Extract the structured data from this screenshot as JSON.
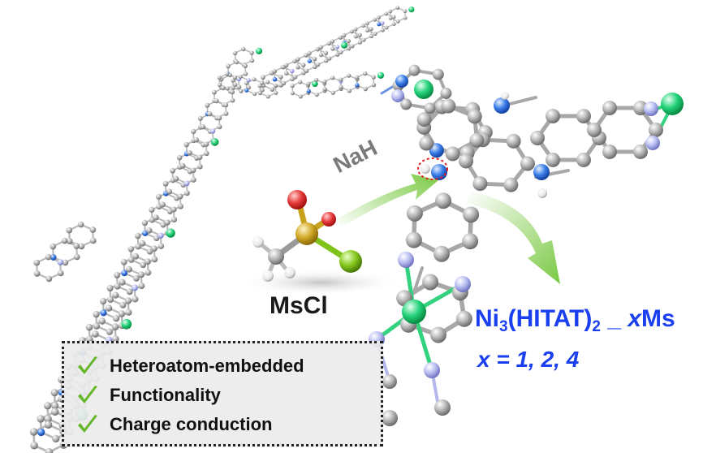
{
  "reagent_label": "MsCl",
  "base_label": "NaH",
  "product": {
    "prefix": "Ni",
    "sub1": "3",
    "mid": "(HITAT)",
    "sub2": "2",
    "sep": " _ ",
    "x": "x",
    "suffix": "Ms",
    "values_line": "x = 1, 2, 4"
  },
  "features": [
    {
      "label": "Heteroatom-embedded",
      "icon": "check-icon"
    },
    {
      "label": "Functionality",
      "icon": "check-icon"
    },
    {
      "label": "Charge conduction",
      "icon": "check-icon"
    }
  ],
  "colors": {
    "carbon": "#9a9a9a",
    "nitrogen": "#2a6fe0",
    "nickel": "#1fcf6e",
    "imine_n": "#aab0ee",
    "sulfur": "#c8a21e",
    "oxygen": "#e23a3a",
    "chlorine": "#7fc21a",
    "arrow_green": "#7ac943",
    "product_blue": "#1a3ff0"
  }
}
